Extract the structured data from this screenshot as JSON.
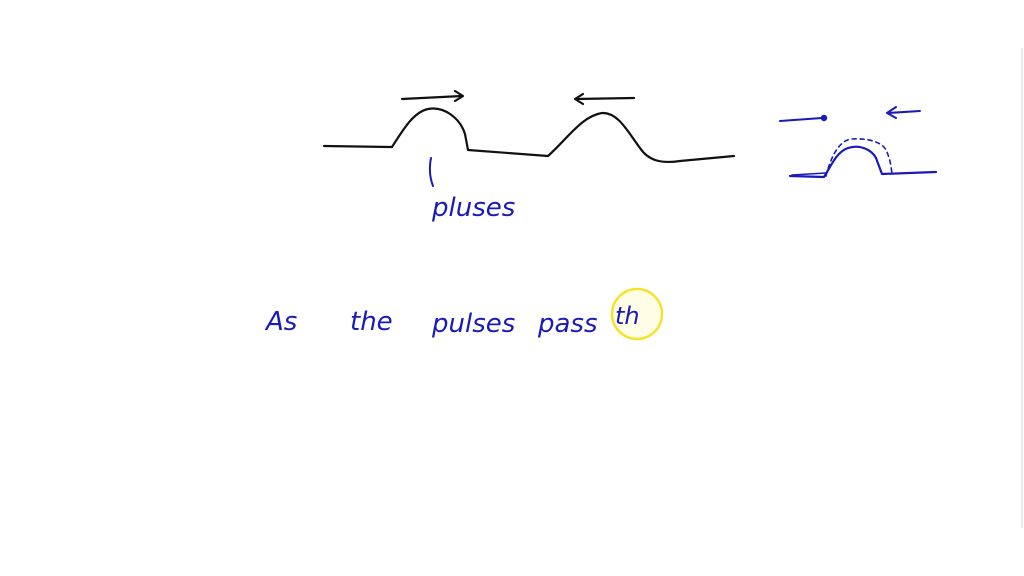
{
  "colors": {
    "background": "#ffffff",
    "ink_black": "#111111",
    "ink_blue": "#1a1ab8",
    "highlight_yellow": "#f4e32a"
  },
  "annotations": {
    "pulses_label": "pluses",
    "sentence_words": [
      "As",
      "the",
      "pulses",
      "pass",
      "th"
    ]
  }
}
